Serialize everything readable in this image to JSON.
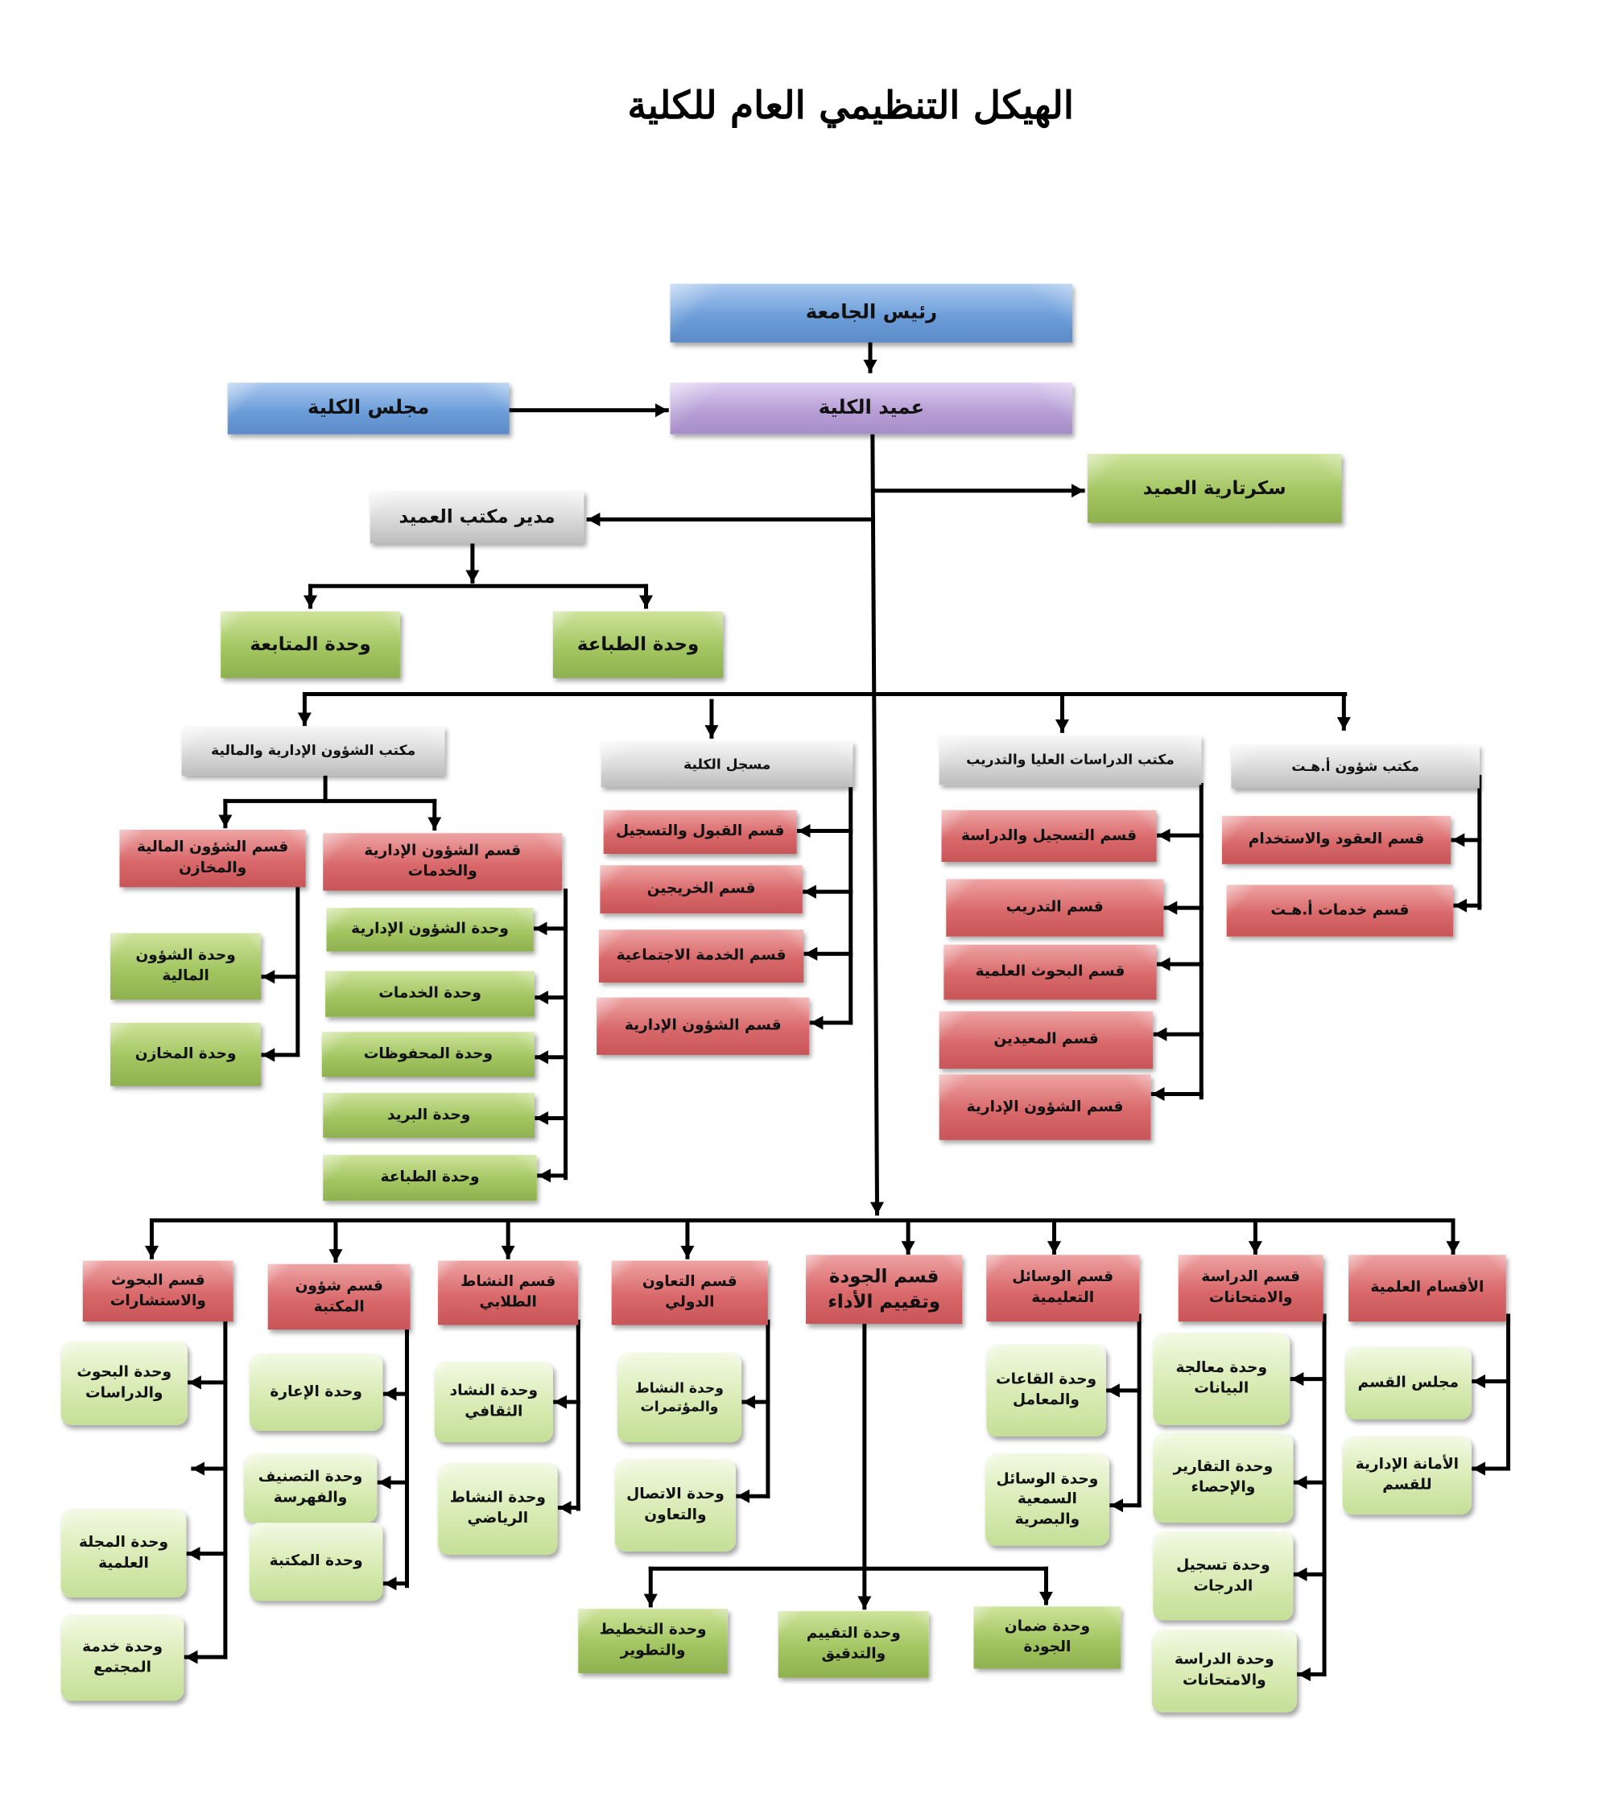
{
  "title": "الهيكل التنظيمي العام للكلية",
  "nodes": {
    "university_president": "رئيس الجامعة",
    "college_council": "مجلس الكلية",
    "dean": "عميد الكلية",
    "dean_secretariat": "سكرتارية العميد",
    "dean_office_manager": "مدير مكتب العميد",
    "followup_unit": "وحدة المتابعة",
    "printing_unit_top": "وحدة الطباعة",
    "admin_finance_office": "مكتب الشؤون الإدارية والمالية",
    "registrar": "مسجل الكلية",
    "postgrad_office": "مكتب الدراسات العليا والتدريب",
    "hed_affairs_office": "مكتب شؤون أ.هـت",
    "finance_stores_dept": "قسم الشؤون المالية والمخازن",
    "admin_services_dept": "قسم الشؤون الإدارية والخدمات",
    "finance_unit": "وحدة الشؤون المالية",
    "stores_unit": "وحدة المخازن",
    "admin_unit": "وحدة الشؤون الإدارية",
    "services_unit": "وحدة الخدمات",
    "archives_unit": "وحدة المحفوظات",
    "mail_unit": "وحدة البريد",
    "printing_unit": "وحدة الطباعة",
    "admission_dept": "قسم القبول والتسجيل",
    "graduates_dept": "قسم الخريجين",
    "social_service_dept": "قسم الخدمة الاجتماعية",
    "registrar_admin_dept": "قسم  الشؤون الإدارية",
    "reg_study_dept": "قسم التسجيل والدراسة",
    "training_dept": "قسم التدريب",
    "pg_research_dept": "قسم  البحوث  العلمية",
    "demonstrators_dept": "قسم  المعيدين",
    "pg_admin_dept": "قسم  الشؤون الإدارية",
    "contracts_dept": "قسم  العقود والاستخدام",
    "hed_services_dept": "قسم خدمات أ.هـت",
    "research_consult_dept": "قسم البحوث والاستشارات",
    "library_dept": "قسم شؤون المكتبة",
    "student_activity_dept": "قسم النشاط الطلابي",
    "intl_coop_dept": "قسم التعاون الدولي",
    "quality_dept": "قسم الجودة وتقييم الأداء",
    "media_dept": "قسم الوسائل التعليمية",
    "study_exams_dept": "قسم الدراسة والامتحانات",
    "academic_depts": "الأقسام العلمية",
    "research_studies_unit": "وحدة البحوث والدراسات",
    "journal_unit": "وحدة المجلة العلمية",
    "community_unit": "وحدة خدمة المجتمع",
    "lending_unit": "وحدة الإعارة",
    "cataloging_unit": "وحدة التصنيف والفهرسة",
    "library_unit": "وحدة المكتبة",
    "cultural_unit": "وحدة النشاد الثقافي",
    "sports_unit": "وحدة النشاط الرياضي",
    "conferences_unit": "وحدة النشاط والمؤتمرات",
    "communication_unit": "وحدة الاتصال والتعاون",
    "planning_unit": "وحدة التخطيط والتطوير",
    "evaluation_unit": "وحدة التقييم والتدقيق",
    "qa_unit": "وحدة ضمان الجودة",
    "halls_unit": "وحدة القاعات والمعامل",
    "av_unit": "وحدة الوسائل السمعية والبصرية",
    "data_unit": "وحدة معالجة البيانات",
    "reports_unit": "وحدة التقارير والإحصاء",
    "grades_unit": "وحدة تسجيل الدرجات",
    "study_exams_unit": "وحدة الدراسة والامتحانات",
    "dept_council": "مجلس القسم",
    "dept_secretariat": "الأمانة الإدارية للقسم"
  }
}
